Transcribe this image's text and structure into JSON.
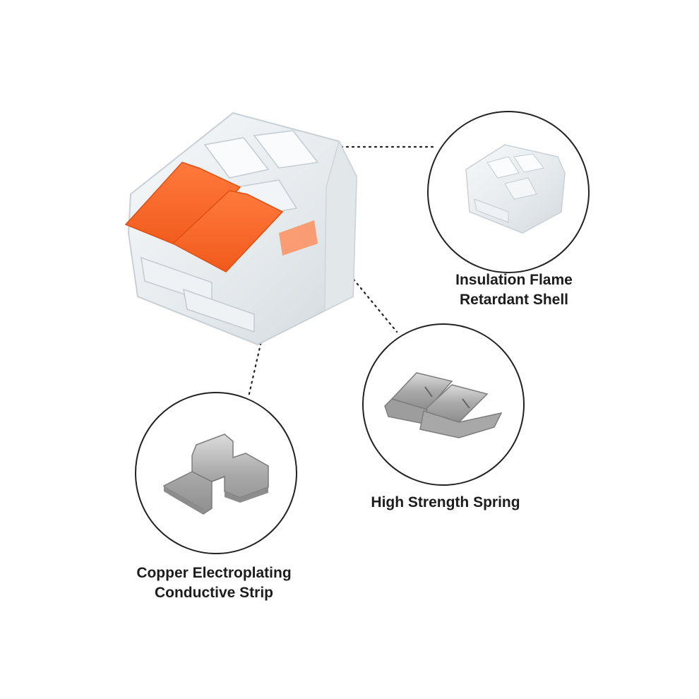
{
  "callouts": {
    "shell": {
      "line1": "Insulation Flame",
      "line2": "Retardant Shell"
    },
    "spring": {
      "line1": "High Strength Spring"
    },
    "strip": {
      "line1": "Copper Electroplating",
      "line2": "Conductive Strip"
    }
  },
  "colors": {
    "background": "#ffffff",
    "lever_orange": "#ff6a2b",
    "shell_clear": "#eef1f3",
    "metal": "#b8b8b8",
    "circle_stroke": "#222222",
    "text": "#1c1c1c"
  },
  "icons": {
    "connector": "lever-wire-connector-icon",
    "shell": "transparent-shell-icon",
    "spring": "metal-spring-icon",
    "strip": "conductive-strip-icon"
  }
}
